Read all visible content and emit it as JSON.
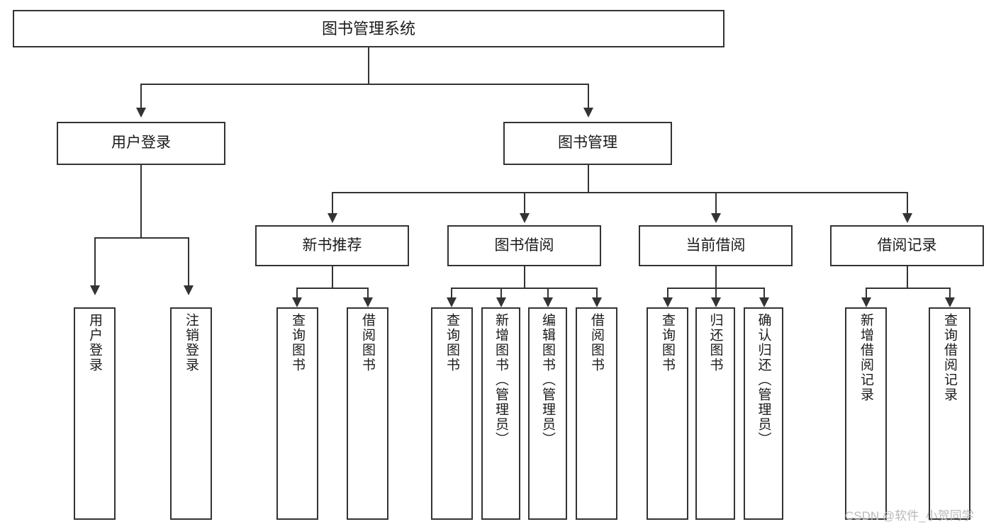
{
  "diagram": {
    "title_node": {
      "label": "图书管理系统"
    },
    "level1": [
      {
        "id": "user-login",
        "label": "用户登录"
      },
      {
        "id": "book-management",
        "label": "图书管理"
      }
    ],
    "level2": [
      {
        "id": "new-book-recommend",
        "label": "新书推荐"
      },
      {
        "id": "book-borrow",
        "label": "图书借阅"
      },
      {
        "id": "current-borrow",
        "label": "当前借阅"
      },
      {
        "id": "borrow-record",
        "label": "借阅记录"
      }
    ],
    "leaves": [
      {
        "id": "leaf-user-login",
        "parent": "user-login",
        "label": "用户登录"
      },
      {
        "id": "leaf-logout-login",
        "parent": "user-login",
        "label": "注销登录"
      },
      {
        "id": "leaf-query-book-1",
        "parent": "new-book-recommend",
        "label": "查询图书"
      },
      {
        "id": "leaf-borrow-book-1",
        "parent": "new-book-recommend",
        "label": "借阅图书"
      },
      {
        "id": "leaf-query-book-2",
        "parent": "book-borrow",
        "label": "查询图书"
      },
      {
        "id": "leaf-add-book",
        "parent": "book-borrow",
        "label": "新增图书（管理员）"
      },
      {
        "id": "leaf-edit-book",
        "parent": "book-borrow",
        "label": "编辑图书（管理员）"
      },
      {
        "id": "leaf-borrow-book-2",
        "parent": "book-borrow",
        "label": "借阅图书"
      },
      {
        "id": "leaf-query-book-3",
        "parent": "current-borrow",
        "label": "查询图书"
      },
      {
        "id": "leaf-return-book",
        "parent": "current-borrow",
        "label": "归还图书"
      },
      {
        "id": "leaf-confirm-return",
        "parent": "current-borrow",
        "label": "确认归还（管理员）"
      },
      {
        "id": "leaf-add-borrow-record",
        "parent": "borrow-record",
        "label": "新增借阅记录"
      },
      {
        "id": "leaf-query-borrow-record",
        "parent": "borrow-record",
        "label": "查询借阅记录"
      }
    ],
    "watermark": "CSDN @软件_小贺同学",
    "colors": {
      "stroke": "#333333",
      "fill": "#ffffff",
      "text": "#1b1b1b",
      "watermark": "#b9b9b9"
    }
  }
}
